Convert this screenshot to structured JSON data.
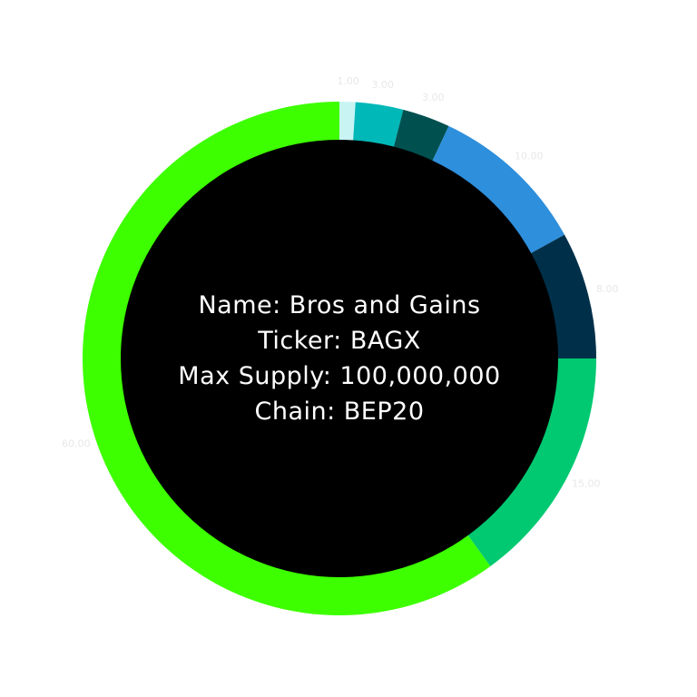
{
  "center_info": {
    "name": "Name: Bros and Gains",
    "ticker": "Ticker: BAGX",
    "max_supply": "Max Supply: 100,000,000",
    "chain": "Chain: BEP20"
  },
  "chart_data": {
    "type": "pie",
    "donut": true,
    "start_angle_deg": 0,
    "direction": "clockwise",
    "slices": [
      {
        "value": 1.0,
        "label": "1.00",
        "color": "#c9f4f4"
      },
      {
        "value": 3.0,
        "label": "3.00",
        "color": "#00b8b8"
      },
      {
        "value": 3.0,
        "label": "3.00",
        "color": "#005050"
      },
      {
        "value": 10.0,
        "label": "10.00",
        "color": "#2e8fdc"
      },
      {
        "value": 8.0,
        "label": "8.00",
        "color": "#003049"
      },
      {
        "value": 15.0,
        "label": "15.00",
        "color": "#00c972"
      },
      {
        "value": 60.0,
        "label": "60.00",
        "color": "#3dff00"
      }
    ],
    "legend": "none"
  }
}
